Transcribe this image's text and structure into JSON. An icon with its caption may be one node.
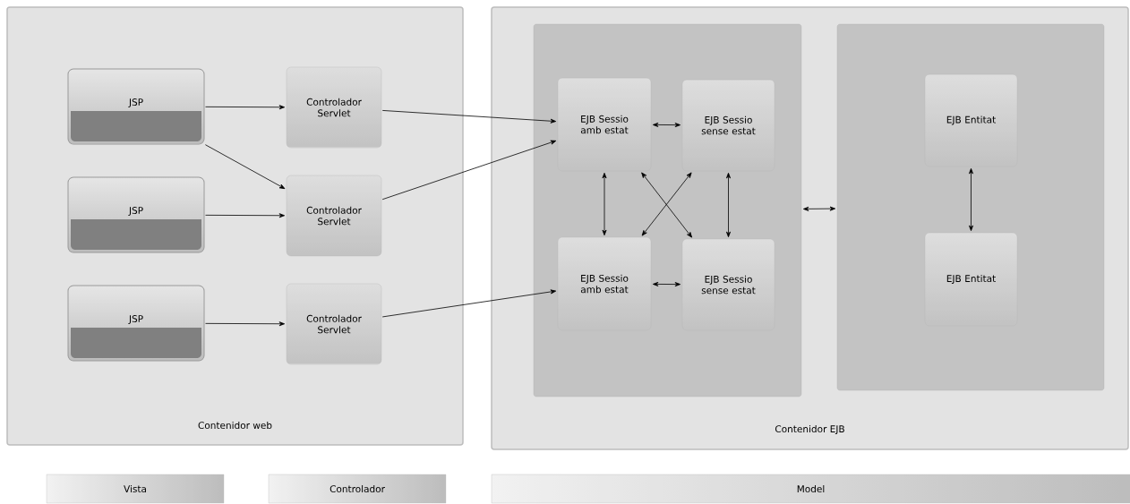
{
  "diagram": {
    "nodes": [
      {
        "text": [
          "Contenidor web"
        ]
      },
      {
        "text": [
          "JSP"
        ],
        "in": 0
      },
      {
        "text": [
          "Controlador Servlet"
        ],
        "in": 0
      },
      {
        "text": [
          "JSP"
        ],
        "in": 0
      },
      {
        "text": [
          "Controlador Servlet"
        ],
        "in": 0
      },
      {
        "text": [
          "JSP"
        ],
        "in": 0
      },
      {
        "text": [
          "Controlador Servlet"
        ],
        "in": 0
      },
      {
        "text": [
          "Contenidor EJB"
        ]
      },
      {
        "text": [],
        "shape": "box",
        "in": 7
      },
      {
        "text": [
          "EJB Sessio amb estat"
        ],
        "in": 8
      },
      {
        "text": [
          "EJB Sessio sense estat"
        ],
        "in": 8
      },
      {
        "text": [
          "EJB Sessio amb estat"
        ],
        "in": 8
      },
      {
        "text": [
          "EJB Sessio sense estat"
        ],
        "in": 8
      },
      {
        "text": [],
        "shape": "box",
        "in": 7
      },
      {
        "text": [
          "EJB Entitat"
        ],
        "in": 13
      },
      {
        "text": [
          "EJB Entitat"
        ],
        "in": 13
      },
      {
        "text": [
          "Vista"
        ]
      },
      {
        "text": [
          "Controlador"
        ]
      },
      {
        "text": [
          "Model"
        ]
      }
    ],
    "edges": [
      {
        "from": 1,
        "to": 2,
        "arrow": "to"
      },
      {
        "from": 1,
        "to": 4,
        "arrow": "to"
      },
      {
        "from": 3,
        "to": 4,
        "arrow": "to"
      },
      {
        "from": 5,
        "to": 6,
        "arrow": "to"
      },
      {
        "from": 2,
        "to": 9,
        "arrow": "to"
      },
      {
        "from": 4,
        "to": 9,
        "arrow": "to"
      },
      {
        "from": 6,
        "to": 11,
        "arrow": "to"
      },
      {
        "from": 9,
        "to": 10,
        "arrow": "both"
      },
      {
        "from": 9,
        "to": 11,
        "arrow": "both"
      },
      {
        "from": 9,
        "to": 12,
        "arrow": "both"
      },
      {
        "from": 10,
        "to": 11,
        "arrow": "both"
      },
      {
        "from": 10,
        "to": 12,
        "arrow": "both"
      },
      {
        "from": 11,
        "to": 12,
        "arrow": "both"
      },
      {
        "from": 8,
        "to": 13,
        "arrow": "both"
      },
      {
        "from": 14,
        "to": 15,
        "arrow": "both"
      }
    ]
  }
}
